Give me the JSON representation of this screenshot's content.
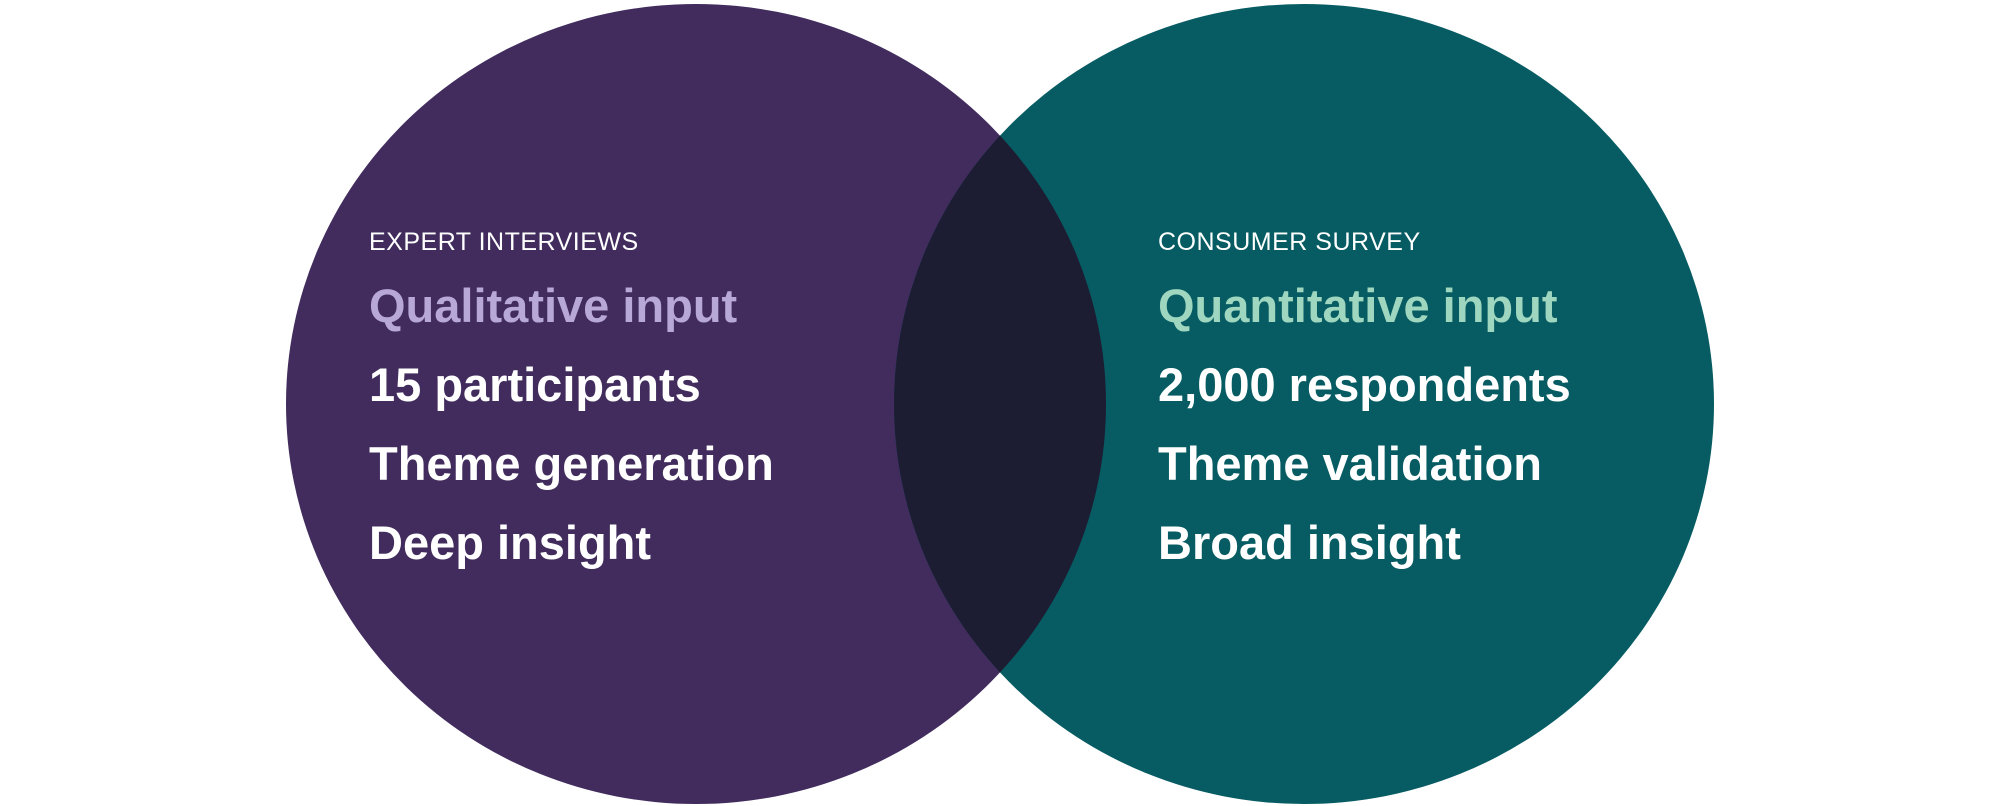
{
  "colors": {
    "background": "#ffffff",
    "left_circle": "#412c5d",
    "right_circle": "#065c62",
    "overlap": "#1c1c33",
    "left_highlight": "#b8a8d8",
    "right_highlight": "#9fd6bf",
    "body_text": "#ffffff"
  },
  "left": {
    "label": "EXPERT INTERVIEWS",
    "highlight": "Qualitative input",
    "items": [
      "15 participants",
      "Theme generation",
      "Deep insight"
    ]
  },
  "right": {
    "label": "CONSUMER SURVEY",
    "highlight": "Quantitative input",
    "items": [
      "2,000 respondents",
      "Theme validation",
      "Broad insight"
    ]
  }
}
